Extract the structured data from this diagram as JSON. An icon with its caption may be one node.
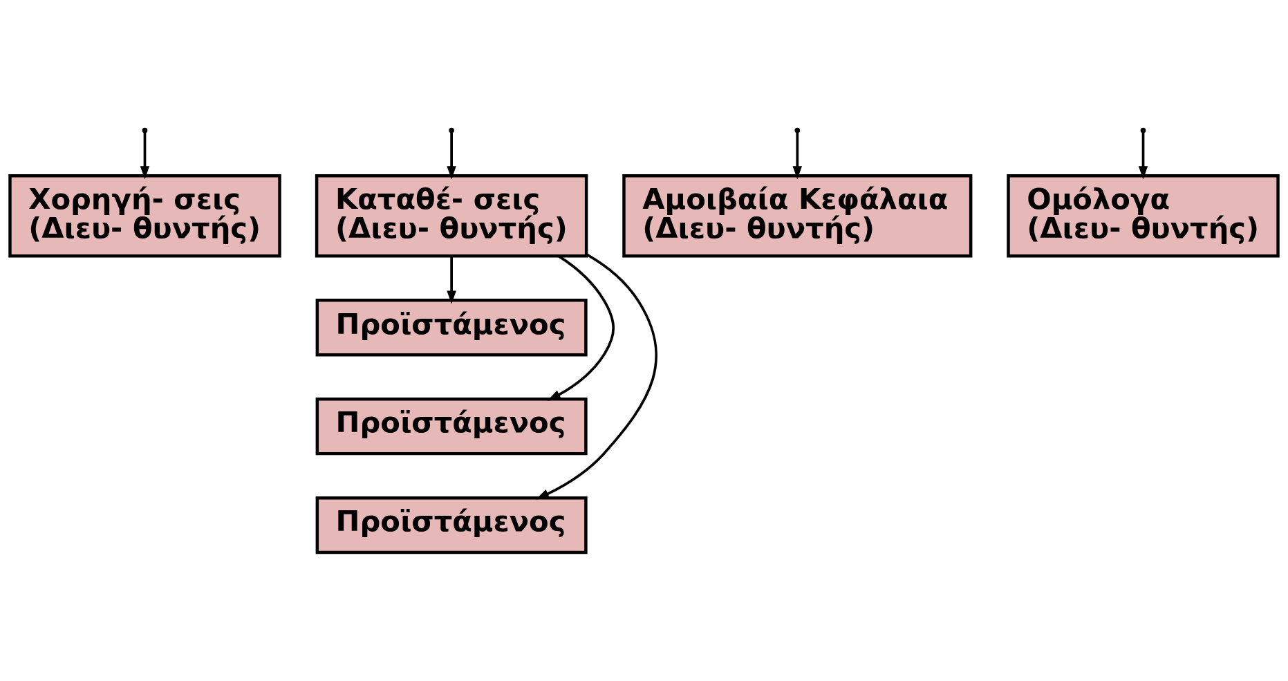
{
  "diagram": {
    "nodes": [
      {
        "text": [
          "Χορηγή- σεις",
          "(Διευ- θυντής)"
        ]
      },
      {
        "text": [
          "Καταθέ- σεις",
          "(Διευ- θυντής)"
        ]
      },
      {
        "text": [
          "Αμοιβαία Κεφάλαια",
          "(Διευ- θυντής)"
        ]
      },
      {
        "text": [
          "Ομόλογα",
          "(Διευ- θυντής)"
        ]
      },
      {
        "text": [
          "Προϊστάμενος"
        ]
      },
      {
        "text": [
          "Προϊστάμενος"
        ]
      },
      {
        "text": [
          "Προϊστάμενος"
        ]
      }
    ],
    "edges": [
      {
        "from": null,
        "to": 0,
        "arrow": "to"
      },
      {
        "from": null,
        "to": 1,
        "arrow": "to"
      },
      {
        "from": null,
        "to": 2,
        "arrow": "to"
      },
      {
        "from": null,
        "to": 3,
        "arrow": "to"
      },
      {
        "from": 1,
        "to": 4,
        "arrow": "to"
      },
      {
        "from": 1,
        "to": 5,
        "arrow": "to"
      },
      {
        "from": 1,
        "to": 6,
        "arrow": "to"
      }
    ]
  }
}
